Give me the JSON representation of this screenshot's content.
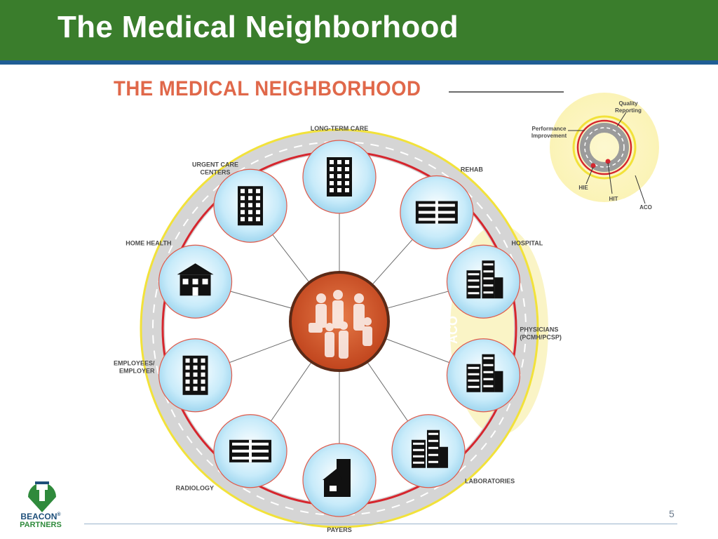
{
  "slide": {
    "title": "The Medical Neighborhood",
    "page_number": "5"
  },
  "diagram": {
    "title": "THE MEDICAL NEIGHBORHOOD",
    "nodes": [
      {
        "id": "long-term-care",
        "label": [
          "LONG-TERM CARE"
        ],
        "icon": "apartment-building-icon"
      },
      {
        "id": "rehab",
        "label": [
          "REHAB"
        ],
        "icon": "rehab-building-icon"
      },
      {
        "id": "hospital",
        "label": [
          "HOSPITAL"
        ],
        "icon": "hospital-building-icon"
      },
      {
        "id": "physicians",
        "label": [
          "PHYSICIANS",
          "(PCMH/PCSP)"
        ],
        "icon": "office-tower-icon"
      },
      {
        "id": "laboratories",
        "label": [
          "LABORATORIES"
        ],
        "icon": "laboratory-buildings-icon"
      },
      {
        "id": "payers",
        "label": [
          "PAYERS"
        ],
        "icon": "payer-building-icon"
      },
      {
        "id": "radiology",
        "label": [
          "RADIOLOGY"
        ],
        "icon": "radiology-building-icon"
      },
      {
        "id": "employees-employer",
        "label": [
          "EMPLOYEES/",
          "EMPLOYER"
        ],
        "icon": "employer-building-icon"
      },
      {
        "id": "home-health",
        "label": [
          "HOME HEALTH"
        ],
        "icon": "house-icon"
      },
      {
        "id": "urgent-care-centers",
        "label": [
          "URGENT CARE",
          "CENTERS"
        ],
        "icon": "urgent-care-building-icon"
      }
    ],
    "center_icon": "family-silhouette-icon",
    "aco_band_label": "ACO"
  },
  "legend": {
    "quality_reporting": [
      "Quality",
      "Reporting"
    ],
    "performance_improvement": [
      "Performance",
      "Improvement"
    ],
    "hie": "HIE",
    "hit": "HIT",
    "aco": "ACO"
  },
  "logo": {
    "line1": "BEACON",
    "line2": "PARTNERS",
    "mark": "®"
  },
  "colors": {
    "title_bar": "#3a7d2c",
    "blue_rule": "#1f5d94",
    "diagram_title": "#e0684a",
    "road": "#cfcfcf",
    "road_red_line": "#d6262e",
    "road_yellow_line": "#f2e23a",
    "node_fill": "#bfe6f7",
    "center_fill": "#d9542a",
    "aco_band": "#faf3c0"
  }
}
